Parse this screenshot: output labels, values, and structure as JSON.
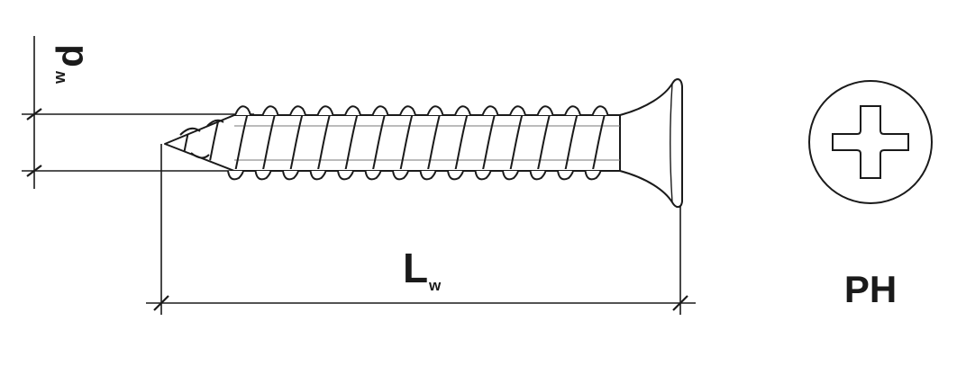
{
  "dimensions": {
    "diameter": {
      "symbol": "d",
      "subscript": "w"
    },
    "length": {
      "symbol": "L",
      "subscript": "w"
    }
  },
  "drive": {
    "label": "PH",
    "icon": "phillips-head-icon"
  },
  "colors": {
    "stroke": "#1a1a1a",
    "background": "#ffffff"
  }
}
